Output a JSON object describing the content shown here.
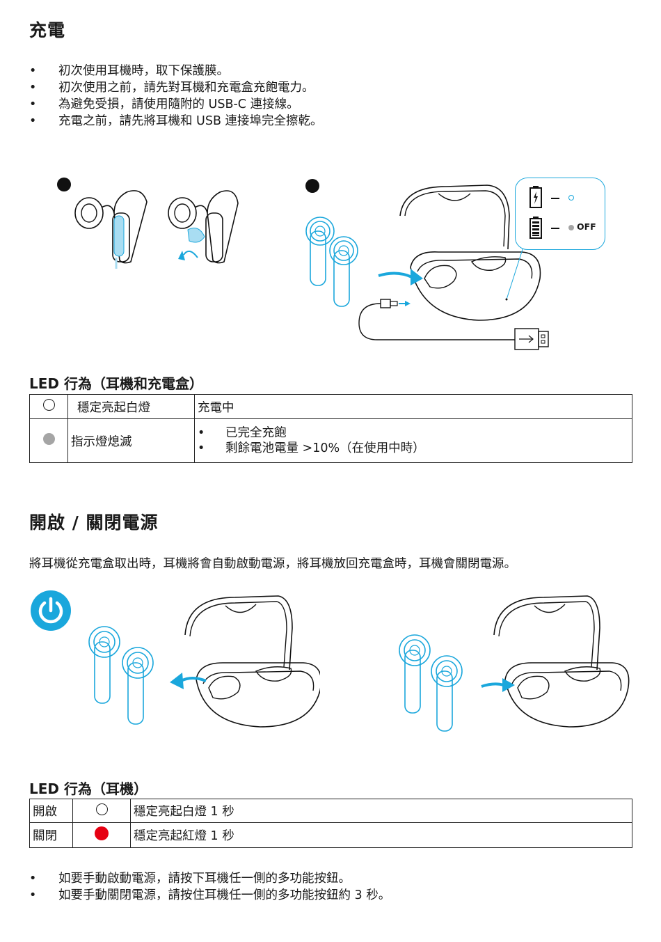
{
  "charging": {
    "title": "充電",
    "bullets": [
      "初次使用耳機時，取下保護膜。",
      "初次使用之前，請先對耳機和充電盒充飽電力。",
      "為避免受損，請使用隨附的 USB-C 連接線。",
      "充電之前，請先將耳機和 USB 連接埠完全擦乾。"
    ],
    "callout_off_label": "OFF"
  },
  "led_case": {
    "title": "LED 行為（耳機和充電盒）",
    "rows": [
      {
        "indicator": "white",
        "state": "穩定亮起白燈",
        "meaning": [
          "充電中"
        ]
      },
      {
        "indicator": "gray",
        "state": "指示燈熄滅",
        "meaning": [
          "已完全充飽",
          "剩餘電池電量 >10%（在使用中時）"
        ]
      }
    ]
  },
  "power": {
    "title": "開啟 / 關閉電源",
    "description": "將耳機從充電盒取出時，耳機將會自動啟動電源，將耳機放回充電盒時，耳機會關閉電源。"
  },
  "led_earbuds": {
    "title": "LED 行為（耳機）",
    "rows": [
      {
        "action": "開啟",
        "indicator": "white",
        "state": "穩定亮起白燈 1 秒"
      },
      {
        "action": "關閉",
        "indicator": "red",
        "state": "穩定亮起紅燈 1 秒"
      }
    ]
  },
  "manual": {
    "bullets": [
      "如要手動啟動電源，請按下耳機任一側的多功能按鈕。",
      "如要手動關閉電源，請按住耳機任一側的多功能按鈕約 3 秒。"
    ]
  },
  "colors": {
    "accent": "#1aa7dc",
    "light_fill": "#a9ddf2",
    "led_off": "#a5a5a5",
    "led_red": "#e60012"
  }
}
